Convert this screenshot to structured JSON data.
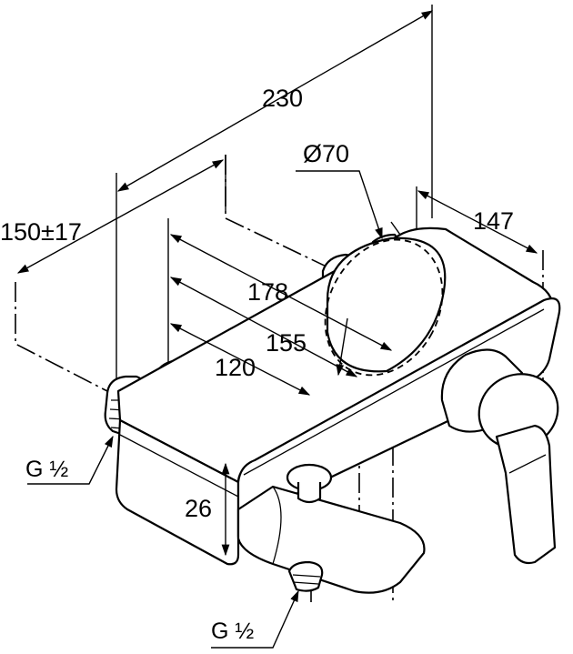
{
  "drawing": {
    "subject": "wall-mounted bath mixer with diverter and lever handle",
    "dimensions": {
      "overall_width": "230",
      "spout_diameter": "Ø70",
      "projection": "147",
      "wall_inlet_distance": "150±17",
      "dim_178": "178",
      "dim_155": "155",
      "dim_120": "120",
      "height": "26"
    },
    "thread_labels": {
      "left_inlet": "G ½",
      "bottom_outlet": "G ½"
    }
  }
}
